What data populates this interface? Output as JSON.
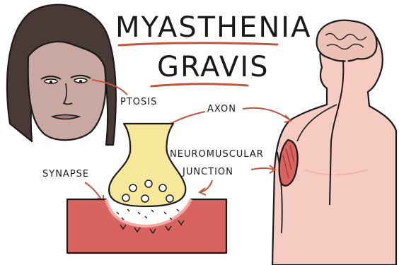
{
  "title": {
    "line1": "MYASTHENIA",
    "line2": "GRAVIS",
    "underline_color": "#c0563e"
  },
  "labels": {
    "ptosis": "PTOSIS",
    "axon": "AXON",
    "neuromuscular_line1": "NEUROMUSCULAR",
    "neuromuscular_line2": "JUNCTION",
    "synapse": "SYNAPSE"
  },
  "colors": {
    "skin": "#f6ccc2",
    "skin_shade": "#e9b3a6",
    "hair": "#4a3a35",
    "face": "#c8a8a0",
    "nerve_terminal": "#f6e79a",
    "muscle": "#d9645f",
    "muscle_light": "#f0a9a3",
    "brain": "#ecc1b5",
    "arrow": "#c0563e",
    "outline": "#1a1a1a"
  }
}
